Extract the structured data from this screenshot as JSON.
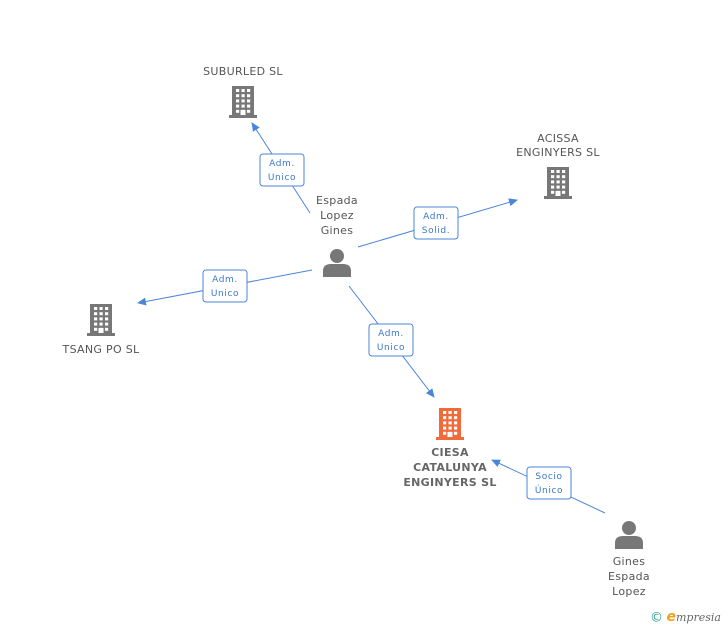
{
  "colors": {
    "edge": "#4a86d8",
    "company_icon": "#777777",
    "main_company_icon": "#f06a3a",
    "person_icon": "#777777",
    "label": "#555555"
  },
  "nodes": [
    {
      "id": "suburled",
      "type": "company",
      "icon": "building-icon",
      "label_lines": [
        "SUBURLED  SL"
      ]
    },
    {
      "id": "acissa",
      "type": "company",
      "icon": "building-icon",
      "label_lines": [
        "ACISSA",
        "ENGINYERS SL"
      ]
    },
    {
      "id": "espada",
      "type": "person",
      "icon": "person-icon",
      "label_lines": [
        "Espada",
        "Lopez",
        "Gines"
      ]
    },
    {
      "id": "tsang",
      "type": "company",
      "icon": "building-icon",
      "label_lines": [
        "TSANG PO SL"
      ]
    },
    {
      "id": "ciesa",
      "type": "main-company",
      "icon": "building-icon",
      "label_lines": [
        "CIESA",
        "CATALUNYA",
        "ENGINYERS SL"
      ]
    },
    {
      "id": "gines",
      "type": "person",
      "icon": "person-icon",
      "label_lines": [
        "Gines",
        "Espada",
        "Lopez"
      ]
    }
  ],
  "edges": [
    {
      "from": "espada",
      "to": "suburled",
      "label_lines": [
        "Adm.",
        "Unico"
      ]
    },
    {
      "from": "espada",
      "to": "acissa",
      "label_lines": [
        "Adm.",
        "Solid."
      ]
    },
    {
      "from": "espada",
      "to": "tsang",
      "label_lines": [
        "Adm.",
        "Unico"
      ]
    },
    {
      "from": "espada",
      "to": "ciesa",
      "label_lines": [
        "Adm.",
        "Unico"
      ]
    },
    {
      "from": "gines",
      "to": "ciesa",
      "label_lines": [
        "Socio",
        "Único"
      ]
    }
  ],
  "footer": {
    "copyright_symbol": "©",
    "brand_initial": "e",
    "brand_rest": "mpresia"
  }
}
